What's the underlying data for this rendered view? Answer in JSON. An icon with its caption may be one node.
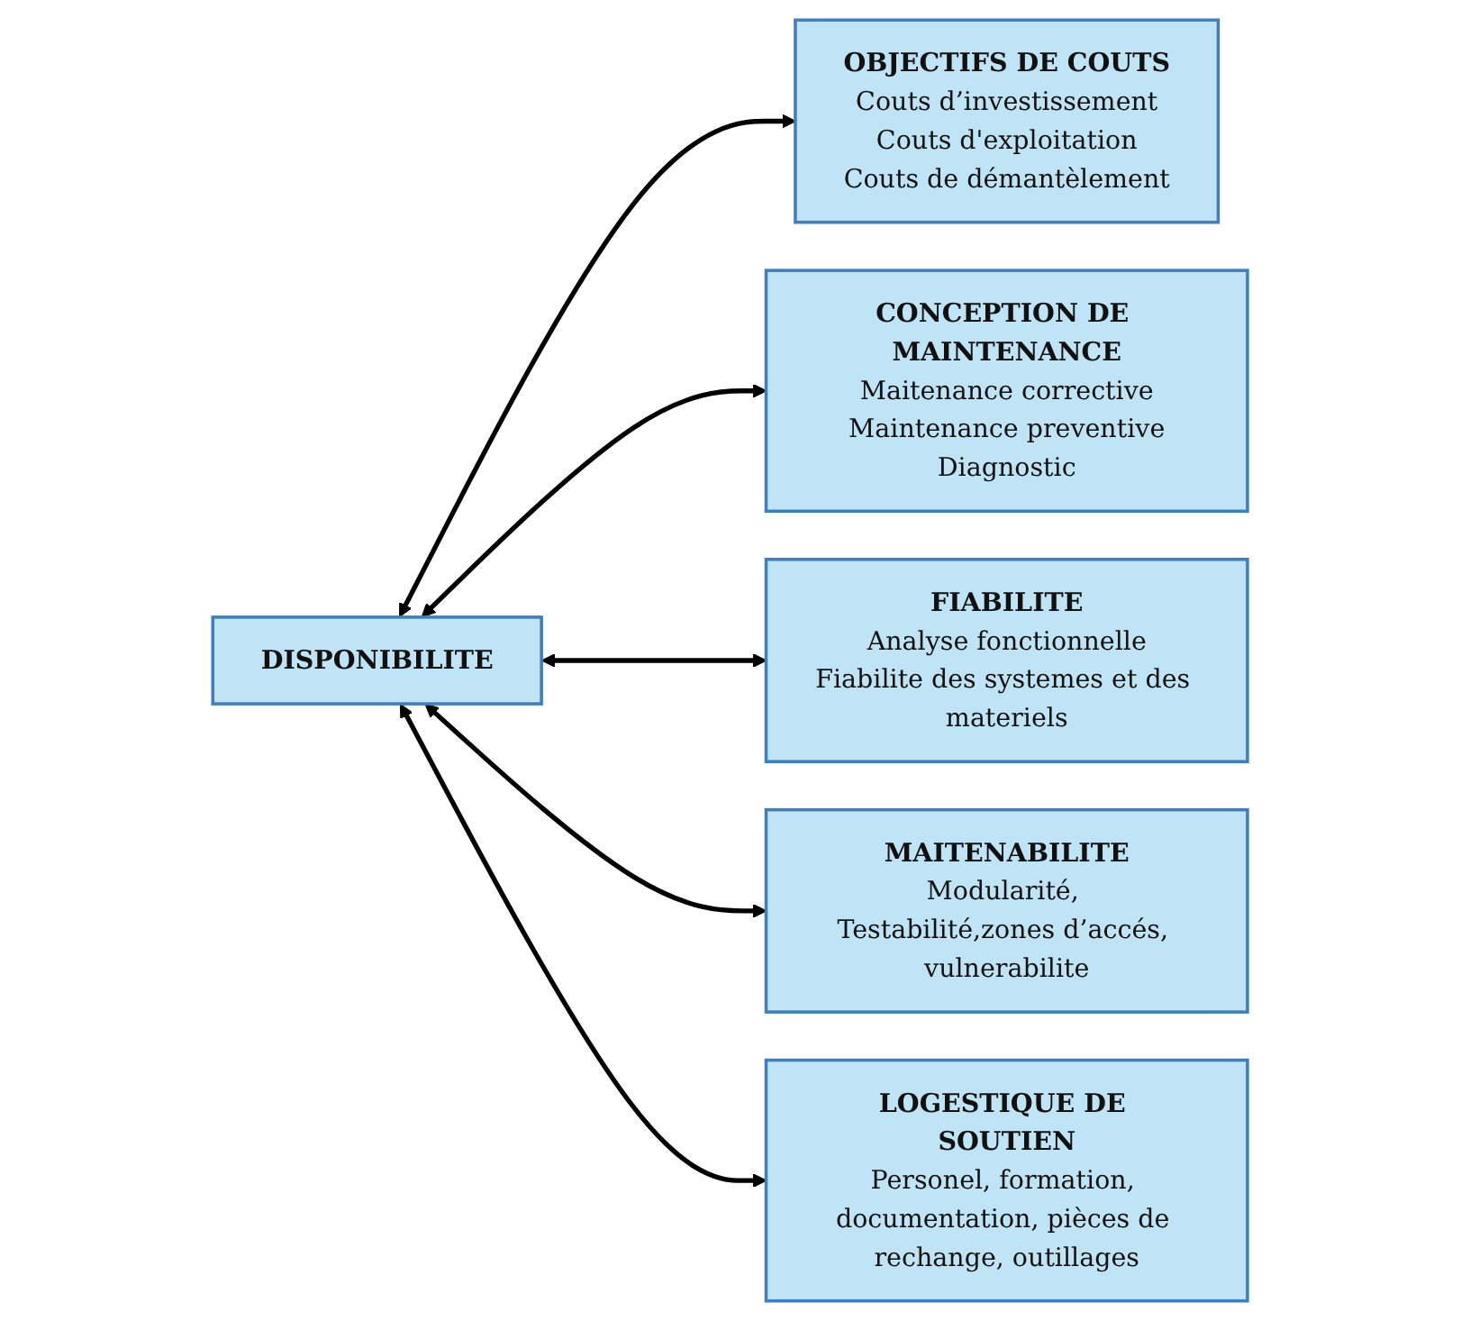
{
  "diagram": {
    "nodes": [
      {
        "text": [
          "DISPONIBILITE"
        ]
      },
      {
        "text": [
          "OBJECTIFS DE COUTS",
          "Couts d’investissement",
          "Couts d'exploitation",
          "Couts de démantèlement"
        ]
      },
      {
        "text": [
          "CONCEPTION DE MAINTENANCE",
          "Maitenance corrective",
          "Maintenance preventive",
          "Diagnostic"
        ]
      },
      {
        "text": [
          "FIABILITE",
          "Analyse fonctionnelle",
          "Fiabilite des systemes et des materiels"
        ]
      },
      {
        "text": [
          "MAITENABILITE",
          "Modularité, Testabilité,zones d’accés, vulnerabilite"
        ]
      },
      {
        "text": [
          "LOGESTIQUE DE SOUTIEN",
          "Personel, formation, documentation, pièces de rechange, outillages"
        ]
      }
    ],
    "edges": [
      {
        "from": 0,
        "to": 1,
        "arrow": "both"
      },
      {
        "from": 0,
        "to": 2,
        "arrow": "both"
      },
      {
        "from": 0,
        "to": 3,
        "arrow": "both"
      },
      {
        "from": 0,
        "to": 4,
        "arrow": "both"
      },
      {
        "from": 0,
        "to": 5,
        "arrow": "both"
      }
    ]
  }
}
